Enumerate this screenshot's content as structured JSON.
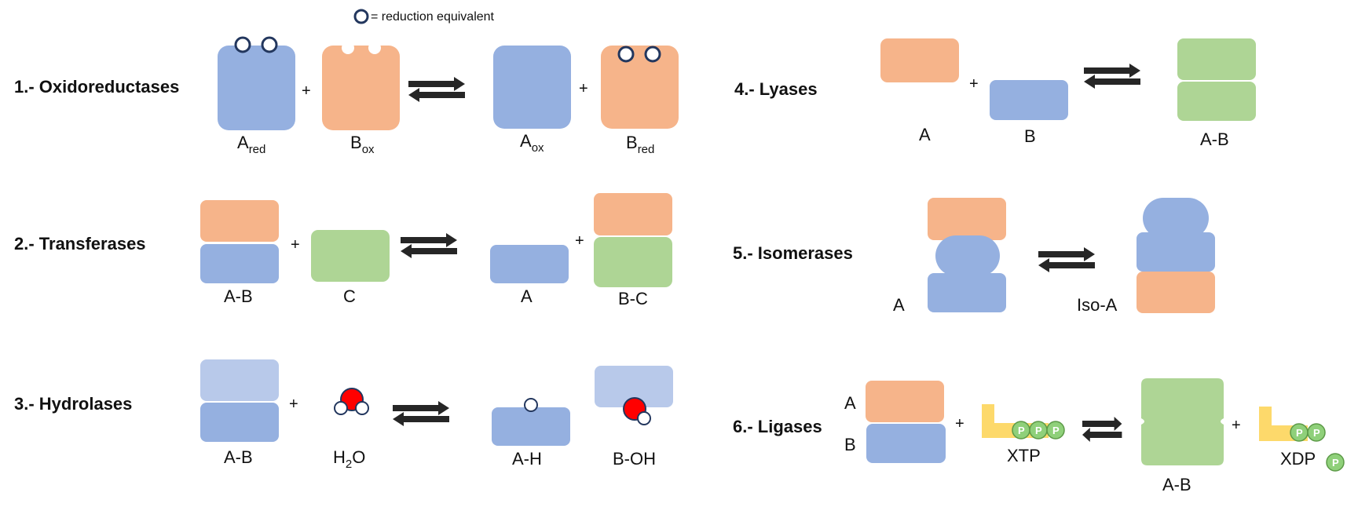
{
  "legend": {
    "text": "= reduction equivalent"
  },
  "colors": {
    "blue": "#95b0e0",
    "orange": "#f6b48a",
    "green": "#aed595",
    "light_blue": "#b8c9ea",
    "yellow": "#fdd96b",
    "red": "#ff0000",
    "p_green": "#8fd07a",
    "circle_stroke": "#23375e",
    "arrow": "#262626"
  },
  "icons": [
    "equilibrium-arrow-icon",
    "reduction-equivalent-icon",
    "water-molecule-icon",
    "phosphate-icon"
  ],
  "sections": {
    "oxidoreductases": {
      "title": "1.- Oxidoreductases",
      "labels": {
        "a_red": "A",
        "a_red_sub": "red",
        "b_ox": "B",
        "b_ox_sub": "ox",
        "a_ox": "A",
        "a_ox_sub": "ox",
        "b_red": "B",
        "b_red_sub": "red"
      },
      "plus": "+"
    },
    "transferases": {
      "title": "2.- Transferases",
      "labels": {
        "ab": "A-B",
        "c": "C",
        "a": "A",
        "bc": "B-C"
      },
      "plus": "+"
    },
    "hydrolases": {
      "title": "3.- Hydrolases",
      "labels": {
        "ab": "A-B",
        "h2o_h": "H",
        "h2o_sub": "2",
        "h2o_o": "O",
        "ah": "A-H",
        "boh": "B-OH"
      },
      "plus": "+"
    },
    "lyases": {
      "title": "4.- Lyases",
      "labels": {
        "a": "A",
        "b": "B",
        "ab": "A-B"
      },
      "plus": "+"
    },
    "isomerases": {
      "title": "5.- Isomerases",
      "labels": {
        "a": "A",
        "iso_a": "Iso-A"
      }
    },
    "ligases": {
      "title": "6.- Ligases",
      "labels": {
        "a": "A",
        "b": "B",
        "xtp": "XTP",
        "ab": "A-B",
        "xdp": "XDP"
      },
      "phosphate": "P",
      "plus": "+"
    }
  }
}
